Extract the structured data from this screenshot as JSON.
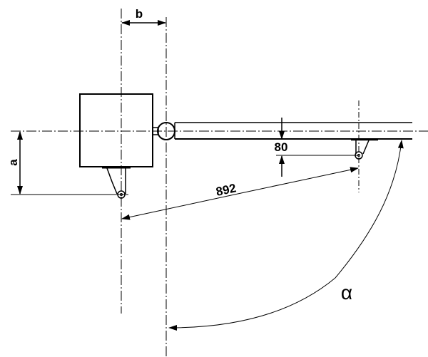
{
  "dimensions": {
    "offset_b": "b",
    "offset_a": "a",
    "bracket_offset": "80",
    "pivot_distance": "892",
    "opening_angle": "α"
  },
  "colors": {
    "line": "#000000",
    "background": "#ffffff"
  }
}
